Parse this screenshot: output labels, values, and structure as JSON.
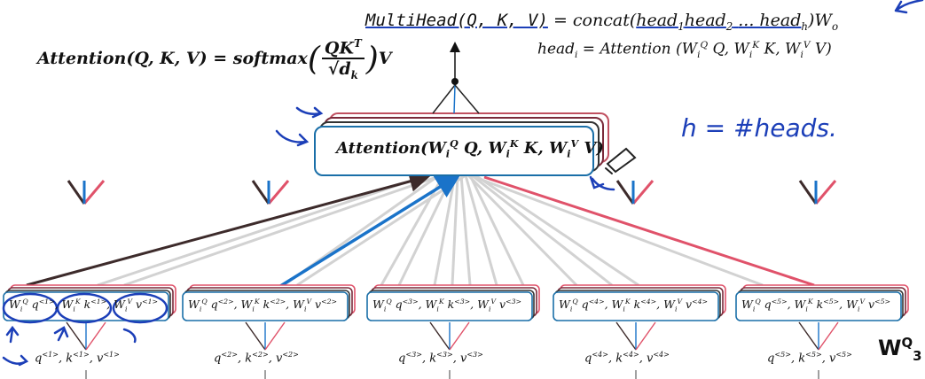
{
  "formulas": {
    "attention": {
      "lhs": "Attention(Q, K, V) = softmax",
      "num": "QK",
      "num_sup": "T",
      "den": "√d",
      "den_sub": "k",
      "tail": "V"
    },
    "multihead": {
      "lhs": "MultiHead(Q, K, V)",
      "eq": "= concat(",
      "h1": "head",
      "h1_sub": "1",
      "h2": "head",
      "h2_sub": "2",
      "dots": "... head",
      "hh_sub": "h",
      "close": ")W",
      "wo_sub": "o"
    },
    "head_i": "head_i = Attention (W_i^Q Q, W_i^K K, W_i^V V)"
  },
  "attention_box_label": "Attention(W_i^Q Q, W_i^K K, W_i^V V)",
  "projection_boxes": [
    {
      "label": "W_i^Q q^<1>, W_i^K k^<1>, W_i^V v^<1>"
    },
    {
      "label": "W_i^Q q^<2>, W_i^K k^<2>, W_i^V v^<2>"
    },
    {
      "label": "W_i^Q q^<3>, W_i^K k^<3>, W_i^V v^<3>"
    },
    {
      "label": "W_i^Q q^<4>, W_i^K k^<4>, W_i^V v^<4>"
    },
    {
      "label": "W_i^Q q^<5>, W_i^K k^<5>, W_i^V v^<5>"
    }
  ],
  "inputs": [
    {
      "label": "q^<1>, k^<1>, v^<1>"
    },
    {
      "label": "q^<2>, k^<2>, v^<2>"
    },
    {
      "label": "q^<3>, k^<3>, v^<3>"
    },
    {
      "label": "q^<4>, k^<4>, v^<4>"
    },
    {
      "label": "q^<5>, k^<5>, v^<5>"
    }
  ],
  "handwriting": {
    "heads_note": "h = #heads.",
    "corner_note": "W",
    "corner_sup": "Q",
    "corner_sub": "3"
  },
  "colors": {
    "query_line": "#3d2b2b",
    "key_line": "#1a73c9",
    "value_line": "#e0526a",
    "faint_line": "#cfcfcf",
    "box_border": "#1a6fa8",
    "ink_blue": "#1c3fb8"
  }
}
